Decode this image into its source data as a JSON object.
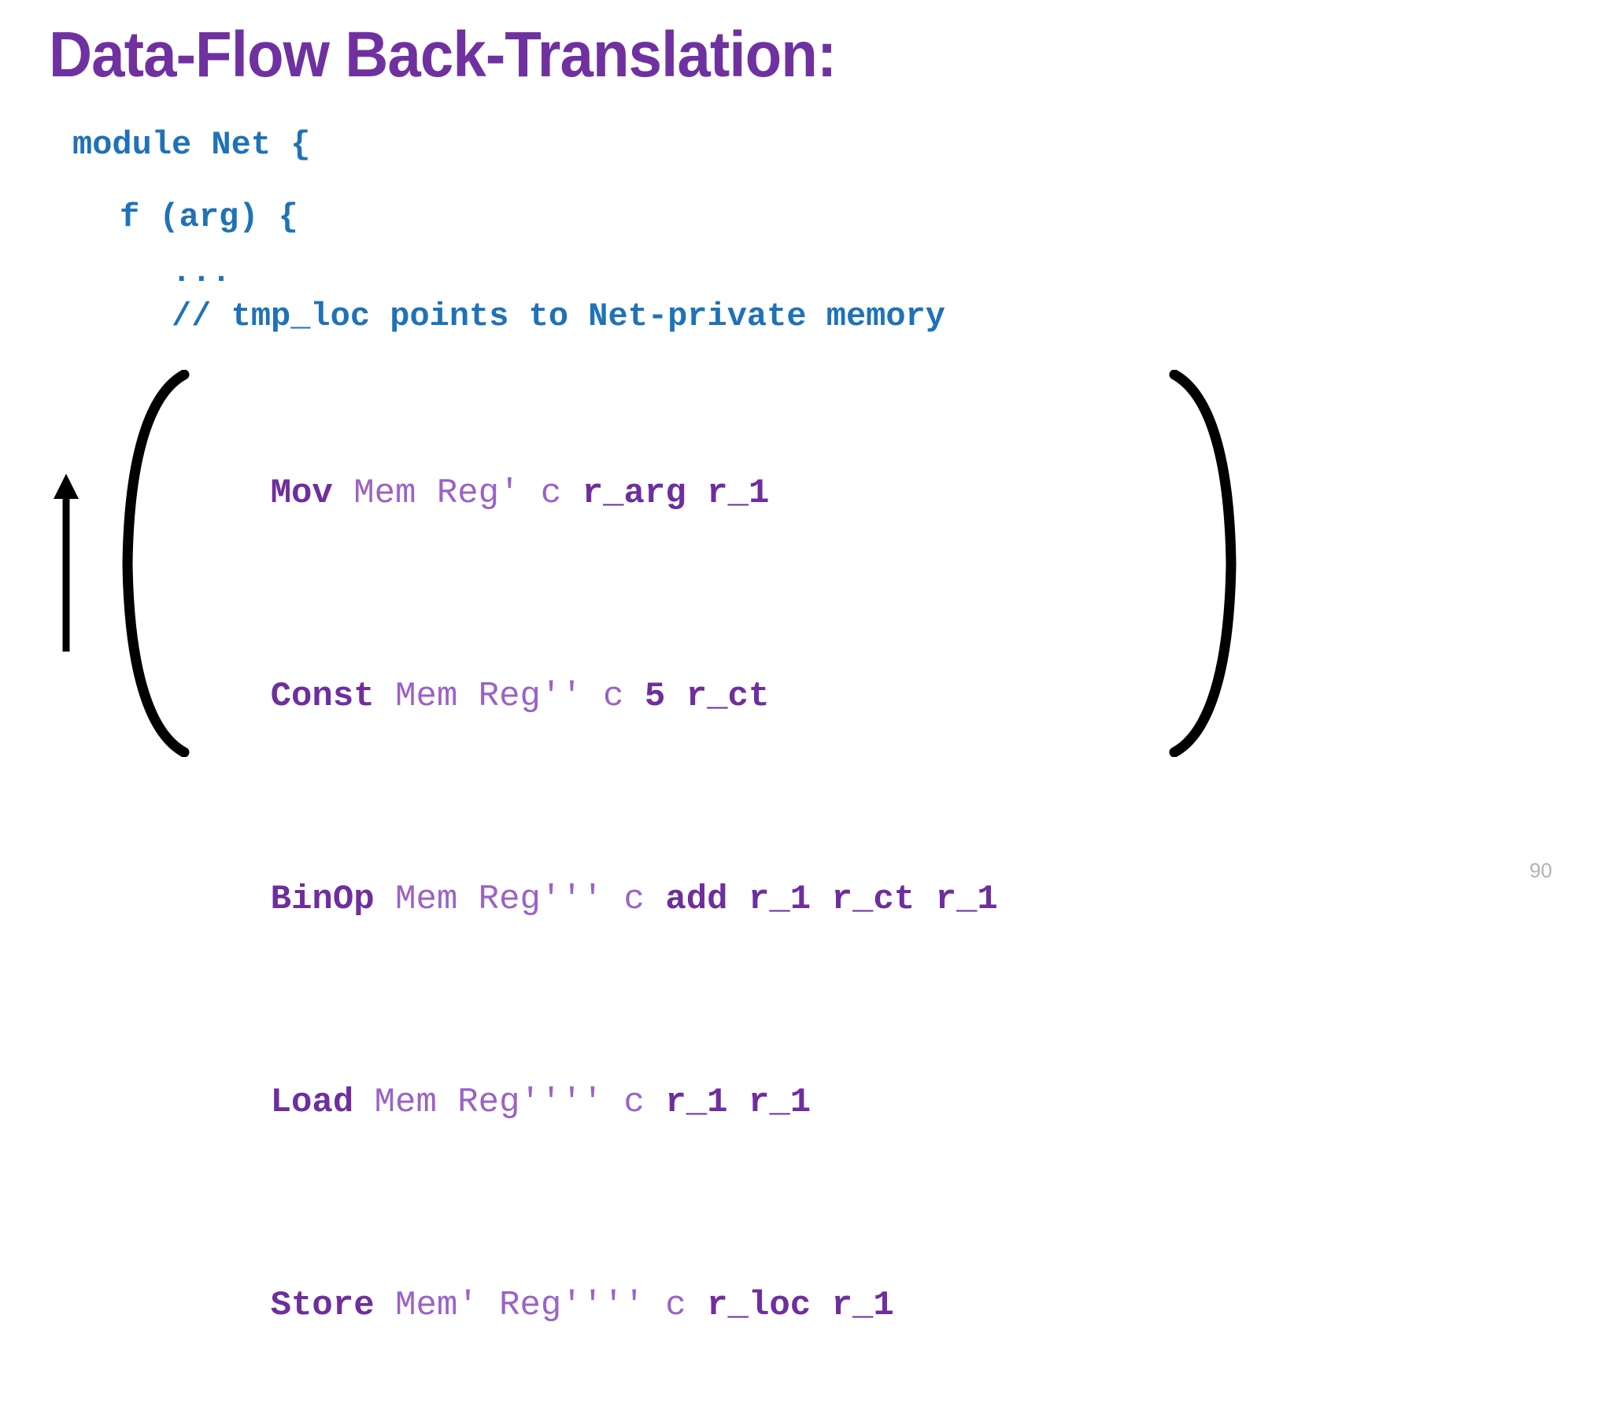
{
  "slide": {
    "title": "Data-Flow Back-Translation:",
    "title_color": "#7031A0",
    "background_color": "#FFFFFF",
    "page_number": "90"
  },
  "code": {
    "color": "#1F72B8",
    "lines": [
      {
        "name": "module-decl",
        "text": "module Net {"
      },
      {
        "name": "function-decl",
        "text": "f (arg) {"
      },
      {
        "name": "ellipsis",
        "text": "..."
      },
      {
        "name": "comment",
        "text": "// tmp_loc points to Net-private memory"
      }
    ]
  },
  "instructions": {
    "strong_color": "#6E2E9E",
    "dim_color": "#9B62C6",
    "lines": [
      {
        "name": "mov",
        "opcode": "Mov",
        "state": "Mem Reg' c",
        "operands": "r_arg r_1"
      },
      {
        "name": "const",
        "opcode": "Const",
        "state": "Mem Reg'' c",
        "operands": "5 r_ct"
      },
      {
        "name": "binop",
        "opcode": "BinOp",
        "state": "Mem Reg''' c",
        "operands": "add r_1 r_ct r_1"
      },
      {
        "name": "load",
        "opcode": "Load",
        "state": "Mem Reg'''' c",
        "operands": "r_1 r_1"
      },
      {
        "name": "store",
        "opcode": "Store",
        "state": "Mem' Reg'''' c",
        "operands": "r_loc r_1"
      }
    ]
  },
  "annotations": {
    "arrow_direction": "up",
    "arrow_color": "#000000",
    "bracket_color": "#000000"
  }
}
